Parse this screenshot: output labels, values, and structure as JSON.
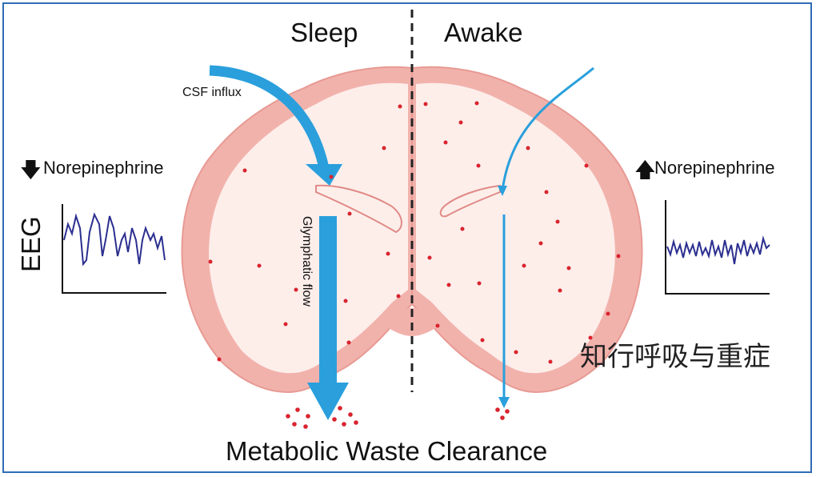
{
  "labels": {
    "sleep": "Sleep",
    "awake": "Awake",
    "csf_influx": "CSF influx",
    "glymphatic_flow": "Glymphatic flow",
    "norepinephrine_left": "Norepinephrine",
    "norepinephrine_right": "Norepinephrine",
    "eeg": "EEG",
    "bottom_title": "Metabolic Waste Clearance",
    "watermark": "知行呼吸与重症"
  },
  "icons": {
    "left_arrow": "down-arrow-icon",
    "right_arrow": "up-arrow-icon"
  },
  "colors": {
    "border": "#2f6db5",
    "brain_tissue": "#f2b2ac",
    "brain_inner": "#fdeeea",
    "flow_arrow": "#2a9fdc",
    "waste_dots": "#d9232e",
    "eeg_trace": "#2b2f8f"
  }
}
